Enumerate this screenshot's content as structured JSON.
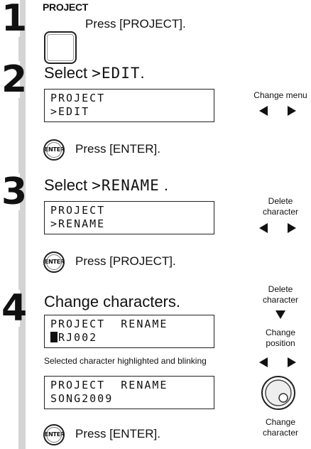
{
  "steps": {
    "s1": {
      "number": "1",
      "button_label": "PROJECT",
      "instruction": "Press [PROJECT]."
    },
    "s2": {
      "number": "2",
      "heading_prefix": "Select ",
      "heading_lcd": ">EDIT",
      "heading_suffix": ".",
      "lcd_line1": "PROJECT",
      "lcd_line2": ">EDIT",
      "side_label": "Change menu",
      "enter_icon": "ENTER",
      "instruction": "Press [ENTER]."
    },
    "s3": {
      "number": "3",
      "heading_prefix": "Select ",
      "heading_lcd": ">RENAME",
      "heading_suffix": " .",
      "lcd_line1": "PROJECT",
      "lcd_line2": ">RENAME",
      "side_label_line1": "Delete",
      "side_label_line2": "character",
      "enter_icon": "ENTER",
      "instruction": "Press [PROJECT]."
    },
    "s4": {
      "number": "4",
      "heading": "Change characters.",
      "lcd1_line1": "PROJECT  RENAME",
      "lcd1_line2": "RJ002",
      "note": "Selected character highlighted and blinking",
      "lcd2_line1": "PROJECT  RENAME",
      "lcd2_line2": "SONG2009",
      "delete_line1": "Delete",
      "delete_line2": "character",
      "position_line1": "Change",
      "position_line2": "position",
      "char_line1": "Change",
      "char_line2": "character",
      "enter_icon": "ENTER",
      "instruction": "Press [ENTER]."
    }
  },
  "icons": {
    "project_button": "square-button-icon",
    "enter_button": "enter-button-icon",
    "dial": "dial-knob-icon",
    "arrows": [
      "left-arrow-icon",
      "right-arrow-icon",
      "down-arrow-icon"
    ]
  }
}
